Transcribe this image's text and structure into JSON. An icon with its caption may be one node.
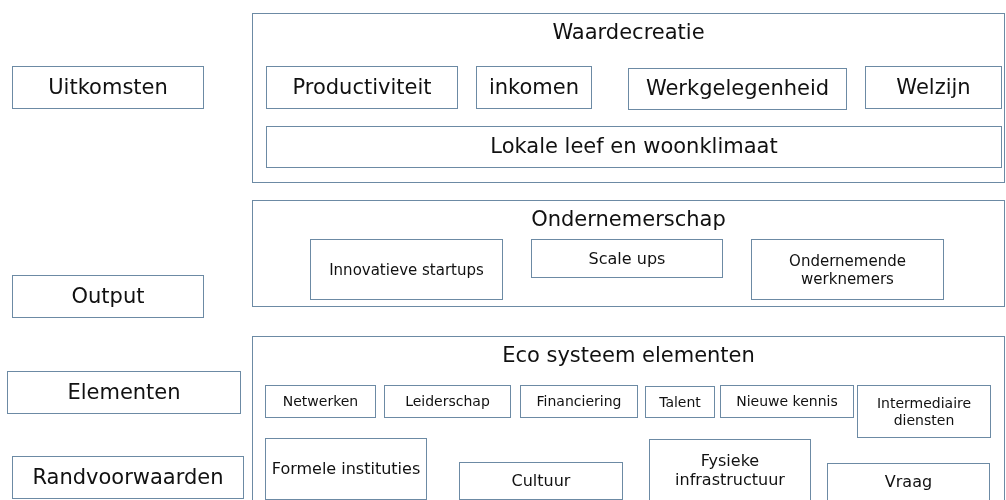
{
  "diagram": {
    "nodes": [
      {
        "text": [
          "Uitkomsten"
        ]
      },
      {
        "text": [
          "Waardecreatie"
        ]
      },
      {
        "text": [
          "Productiviteit"
        ],
        "in": 1
      },
      {
        "text": [
          "inkomen"
        ],
        "in": 1
      },
      {
        "text": [
          "Werkgelegenheid"
        ],
        "in": 1
      },
      {
        "text": [
          "Welzijn"
        ],
        "in": 1
      },
      {
        "text": [
          "Lokale leef en woonklimaat"
        ],
        "in": 1
      },
      {
        "text": [
          "Ondernemerschap"
        ]
      },
      {
        "text": [
          "Innovatieve startups"
        ],
        "in": 7
      },
      {
        "text": [
          "Scale ups"
        ],
        "in": 7
      },
      {
        "text": [
          "Ondernemende werknemers"
        ],
        "in": 7
      },
      {
        "text": [
          "Output"
        ]
      },
      {
        "text": [
          "Eco systeem elementen"
        ]
      },
      {
        "text": [
          "Elementen"
        ]
      },
      {
        "text": [
          "Randvoorwaarden"
        ]
      },
      {
        "text": [
          "Netwerken"
        ],
        "in": 12
      },
      {
        "text": [
          "Leiderschap"
        ],
        "in": 12
      },
      {
        "text": [
          "Financiering"
        ],
        "in": 12
      },
      {
        "text": [
          "Talent"
        ],
        "in": 12
      },
      {
        "text": [
          "Nieuwe kennis"
        ],
        "in": 12
      },
      {
        "text": [
          "Intermediaire diensten"
        ],
        "in": 12
      },
      {
        "text": [
          "Formele instituties"
        ],
        "in": 12
      },
      {
        "text": [
          "Cultuur"
        ],
        "in": 12
      },
      {
        "text": [
          "Fysieke infrastructuur"
        ],
        "in": 12
      },
      {
        "text": [
          "Vraag"
        ],
        "in": 12
      }
    ]
  }
}
